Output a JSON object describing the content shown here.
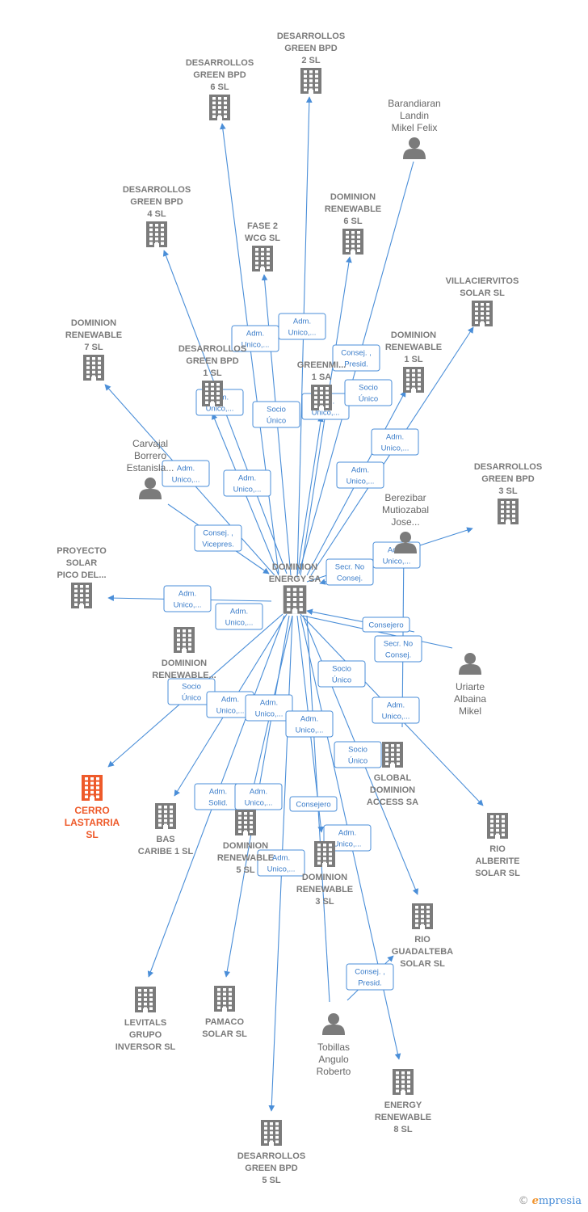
{
  "nodes": [
    {
      "id": "center",
      "label": [
        "DOMINION",
        "ENERGY SA"
      ],
      "type": "company",
      "role": "center"
    },
    {
      "id": "dgbpd2",
      "label": [
        "DESARROLLOS",
        "GREEN BPD",
        "2  SL"
      ],
      "type": "company"
    },
    {
      "id": "dgbpd6",
      "label": [
        "DESARROLLOS",
        "GREEN BPD",
        "6  SL"
      ],
      "type": "company"
    },
    {
      "id": "barand",
      "label": [
        "Barandiaran",
        "Landin",
        "Mikel Felix"
      ],
      "type": "person"
    },
    {
      "id": "dgbpd4",
      "label": [
        "DESARROLLOS",
        "GREEN BPD",
        "4  SL"
      ],
      "type": "company"
    },
    {
      "id": "fase2",
      "label": [
        "FASE 2",
        "WCG  SL"
      ],
      "type": "company"
    },
    {
      "id": "domr6",
      "label": [
        "DOMINION",
        "RENEWABLE",
        "6  SL"
      ],
      "type": "company"
    },
    {
      "id": "villac",
      "label": [
        "VILLACIERVITOS",
        "SOLAR  SL"
      ],
      "type": "company"
    },
    {
      "id": "domr7",
      "label": [
        "DOMINION",
        "RENEWABLE",
        "7  SL"
      ],
      "type": "company"
    },
    {
      "id": "dgbpd1",
      "label": [
        "DESARROLLOS",
        "GREEN BPD",
        "1  SL"
      ],
      "type": "company"
    },
    {
      "id": "greenm",
      "label": [
        "GREENMI...",
        "1 SA"
      ],
      "type": "company"
    },
    {
      "id": "domr1",
      "label": [
        "DOMINION",
        "RENEWABLE",
        "1  SL"
      ],
      "type": "company"
    },
    {
      "id": "carvaj",
      "label": [
        "Carvajal",
        "Borrero",
        "Estanisla..."
      ],
      "type": "person"
    },
    {
      "id": "dgbpd3",
      "label": [
        "DESARROLLOS",
        "GREEN BPD",
        "3  SL"
      ],
      "type": "company"
    },
    {
      "id": "berez",
      "label": [
        "Berezibar",
        "Mutiozabal",
        "Jose..."
      ],
      "type": "person"
    },
    {
      "id": "proyecto",
      "label": [
        "PROYECTO",
        "SOLAR",
        "PICO DEL..."
      ],
      "type": "company"
    },
    {
      "id": "domr_x",
      "label": [
        "DOMINION",
        "RENEWABLE..."
      ],
      "type": "company"
    },
    {
      "id": "uriarte",
      "label": [
        "Uriarte",
        "Albaina",
        "Mikel"
      ],
      "type": "person"
    },
    {
      "id": "cerro",
      "label": [
        "CERRO",
        "LASTARRIA",
        "SL"
      ],
      "type": "company",
      "role": "focus"
    },
    {
      "id": "bas",
      "label": [
        "BAS",
        "CARIBE 1  SL"
      ],
      "type": "company"
    },
    {
      "id": "domr5",
      "label": [
        "DOMINION",
        "RENEWABLE",
        "5  SL"
      ],
      "type": "company"
    },
    {
      "id": "domr3",
      "label": [
        "DOMINION",
        "RENEWABLE",
        "3  SL"
      ],
      "type": "company"
    },
    {
      "id": "global",
      "label": [
        "GLOBAL",
        "DOMINION",
        "ACCESS SA"
      ],
      "type": "company"
    },
    {
      "id": "rioalb",
      "label": [
        "RIO",
        "ALBERITE",
        "SOLAR  SL"
      ],
      "type": "company"
    },
    {
      "id": "riogua",
      "label": [
        "RIO",
        "GUADALTEBA",
        "SOLAR  SL"
      ],
      "type": "company"
    },
    {
      "id": "levit",
      "label": [
        "LEVITALS",
        "GRUPO",
        "INVERSOR SL"
      ],
      "type": "company"
    },
    {
      "id": "pamaco",
      "label": [
        "PAMACO",
        "SOLAR  SL"
      ],
      "type": "company"
    },
    {
      "id": "tobil",
      "label": [
        "Tobillas",
        "Angulo",
        "Roberto"
      ],
      "type": "person"
    },
    {
      "id": "energy8",
      "label": [
        "ENERGY",
        "RENEWABLE",
        "8  SL"
      ],
      "type": "company"
    },
    {
      "id": "dgbpd5",
      "label": [
        "DESARROLLOS",
        "GREEN BPD",
        "5  SL"
      ],
      "type": "company"
    }
  ],
  "edge_labels": [
    [
      "Adm.",
      "Unico,..."
    ],
    [
      "Adm.",
      "Unico,..."
    ],
    [
      "Consej. ,",
      "Presid."
    ],
    [
      "Adm.",
      "Unico,..."
    ],
    [
      "Socio",
      "Único"
    ],
    [
      "Adm.",
      "Unico,..."
    ],
    [
      "Socio",
      "Único"
    ],
    [
      "Adm.",
      "Unico,..."
    ],
    [
      "Adm.",
      "Unico,..."
    ],
    [
      "Adm.",
      "Unico,..."
    ],
    [
      "Adm.",
      "Unico,..."
    ],
    [
      "Consej. ,",
      "Vicepres."
    ],
    [
      "Secr.  No",
      "Consej."
    ],
    [
      "Adm.",
      "Unico,..."
    ],
    [
      "Adm.",
      "Unico,..."
    ],
    [
      "Adm.",
      "Unico,..."
    ],
    [
      "Consejero"
    ],
    [
      "Secr.  No",
      "Consej."
    ],
    [
      "Socio",
      "Único"
    ],
    [
      "Adm.",
      "Unico,..."
    ],
    [
      "Socio",
      "Único"
    ],
    [
      "Adm.",
      "Unico,..."
    ],
    [
      "Adm.",
      "Unico,..."
    ],
    [
      "Adm.",
      "Unico,..."
    ],
    [
      "Socio",
      "Único"
    ],
    [
      "Adm.",
      "Solid."
    ],
    [
      "Adm.",
      "Unico,..."
    ],
    [
      "Consejero"
    ],
    [
      "Adm.",
      "Unico,..."
    ],
    [
      "Adm.",
      "Unico,..."
    ],
    [
      "Consej. ,",
      "Presid."
    ]
  ],
  "footer": {
    "copyright": "©",
    "brand_first": "e",
    "brand_rest": "mpresia"
  },
  "colors": {
    "edge": "#4a8ed8",
    "company": "#7b7b7b",
    "focus": "#ee5a2a",
    "person": "#7b7b7b"
  }
}
